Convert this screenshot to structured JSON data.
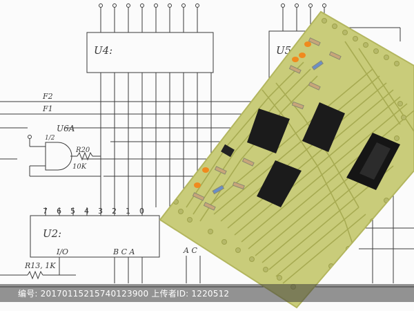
{
  "schematic": {
    "u4_label": "U4:",
    "u5_label": "U5",
    "u6a_label": "U6A",
    "u6a_sub": "1/2",
    "r20_label": "R20",
    "r20_value": "10K",
    "net_f2": "F2",
    "net_f1": "F1",
    "u2_label": "U2:",
    "u2_pins": [
      "7",
      "6",
      "5",
      "4",
      "3",
      "2",
      "1",
      "0"
    ],
    "u2_io": "I/O",
    "u2_bca": "B C A",
    "r13_label": "R13, 1K",
    "bottom_ac": "A C"
  },
  "colors": {
    "paper": "#fbfbfb",
    "ink": "#3a3a3a",
    "board": "#c9cc7a",
    "board_edge": "#b8bb62",
    "trace": "#a9ad55",
    "chip": "#1b1b1b",
    "capacitor": "#f08a1e",
    "resistor": "#c8a57a"
  },
  "watermark": {
    "text": "编号: 20170115215740123900 上传者ID: 1220512"
  }
}
